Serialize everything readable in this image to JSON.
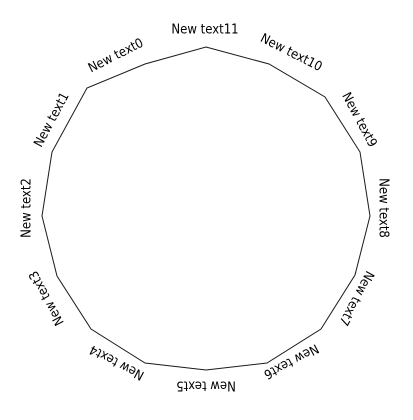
{
  "diagram": {
    "shape": "dodecagon",
    "colors": {
      "outline": "#1a1a1a",
      "label": "#000000",
      "background": "#ffffff"
    },
    "labels": [
      "New text0",
      "New text1",
      "New text2",
      "New text3",
      "New text4",
      "New text5",
      "New text6",
      "New text7",
      "New text8",
      "New text9",
      "New text10",
      "New text11"
    ]
  }
}
